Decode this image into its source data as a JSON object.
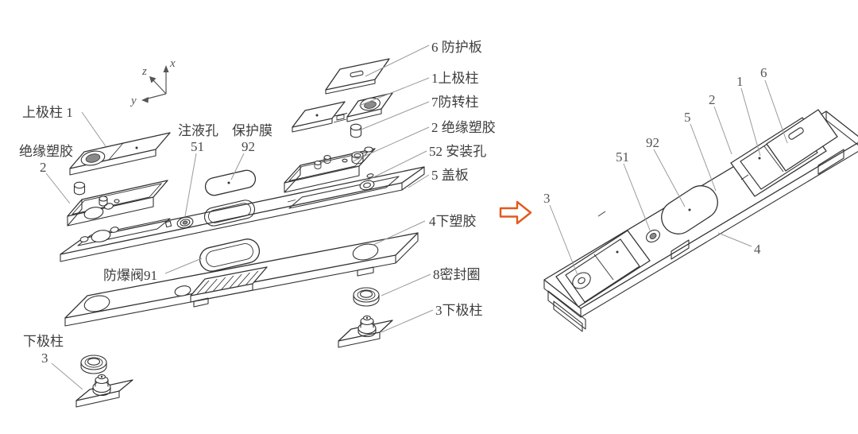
{
  "figure": {
    "background": "#ffffff",
    "line_color": "#333333",
    "leader_color": "#9a9a9a",
    "label_color": "#3d3d3d",
    "callout_color": "#555555",
    "arrow_color": "#e05a1f",
    "description": "Exploded view (left) and assembled view (right) of a battery top-cover plate assembly"
  },
  "axes": {
    "x": "x",
    "y": "y",
    "z": "z"
  },
  "exploded_view": {
    "labels": {
      "upper_pole_left": "上极柱 1",
      "insulating_left_name": "绝缘塑胶",
      "insulating_left_num": "2",
      "injection_hole_name": "注液孔",
      "injection_hole_num": "51",
      "protective_film_name": "保护膜",
      "protective_film_num": "92",
      "protection_plate": "6 防护板",
      "upper_pole_right": "1上极柱",
      "anti_rotation_pillar": "7防转柱",
      "insulating_right": "2 绝缘塑胶",
      "mounting_hole": "52 安装孔",
      "cover_plate": "5 盖板",
      "lower_plastic": "4下塑胶",
      "explosion_valve": "防爆阀91",
      "sealing_ring": "8密封圈",
      "lower_pole_right": "3下极柱",
      "lower_pole_left_name": "下极柱",
      "lower_pole_left_num": "3"
    }
  },
  "assembled_view": {
    "callouts": {
      "c1": "1",
      "c2": "2",
      "c3": "3",
      "c4": "4",
      "c5": "5",
      "c6": "6",
      "c51": "51",
      "c92": "92"
    }
  }
}
